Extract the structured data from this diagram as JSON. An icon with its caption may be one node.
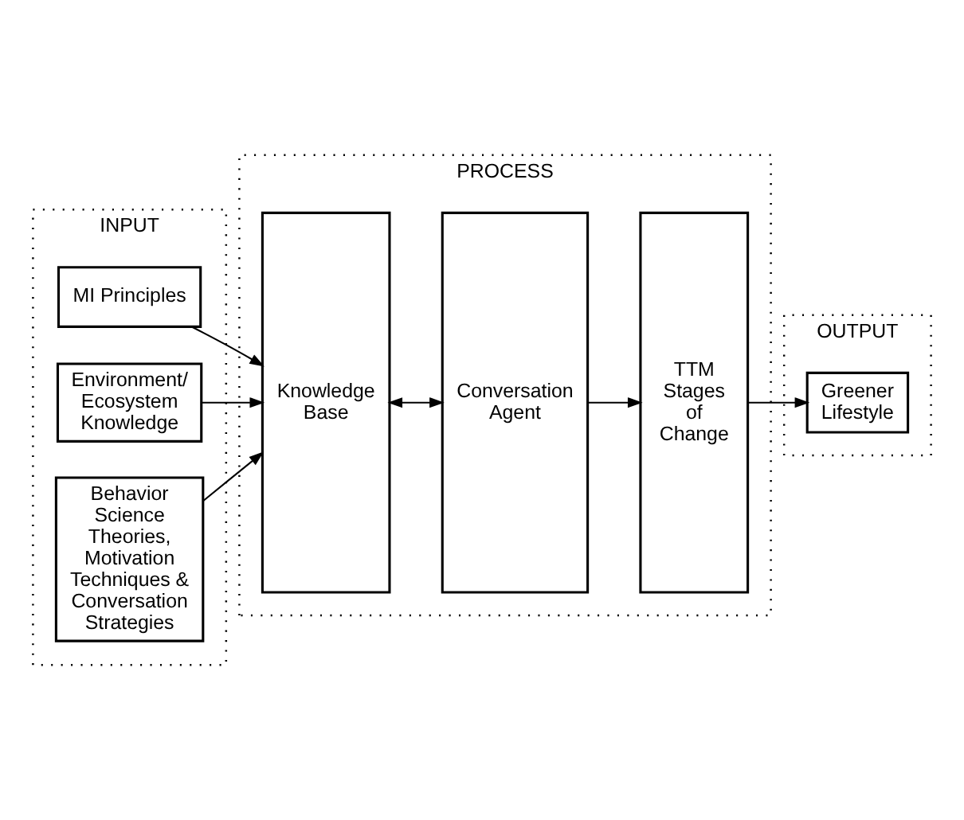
{
  "diagram": {
    "nodes": [
      {
        "text": [
          "INPUT"
        ]
      },
      {
        "text": [
          "MI Principles"
        ],
        "in": 0
      },
      {
        "text": [
          "Environment/ Ecosystem Knowledge"
        ],
        "in": 0
      },
      {
        "text": [
          "Behavior Science Theories, Motivation Techniques & Conversation Strategies"
        ],
        "in": 0
      },
      {
        "text": [
          "PROCESS"
        ]
      },
      {
        "text": [
          "Knowledge Base"
        ],
        "in": 4
      },
      {
        "text": [
          "Conversation Agent"
        ],
        "in": 4
      },
      {
        "text": [
          "TTM Stages of Change"
        ],
        "in": 4
      },
      {
        "text": [
          "OUTPUT"
        ]
      },
      {
        "text": [
          "Greener Lifestyle"
        ],
        "in": 8
      }
    ],
    "edges": [
      {
        "from": 1,
        "to": 5,
        "arrow": "to"
      },
      {
        "from": 2,
        "to": 5,
        "arrow": "to"
      },
      {
        "from": 3,
        "to": 5,
        "arrow": "to"
      },
      {
        "from": 5,
        "to": 6,
        "arrow": "both"
      },
      {
        "from": 6,
        "to": 7,
        "arrow": "to"
      },
      {
        "from": 7,
        "to": 9,
        "arrow": "to"
      }
    ]
  }
}
